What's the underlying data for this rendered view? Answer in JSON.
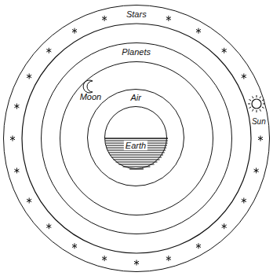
{
  "diagram": {
    "nodes": [
      {
        "text": [
          "Stars",
          "Sun"
        ]
      },
      {
        "text": [
          "Planets"
        ],
        "in": 0
      },
      {
        "text": [
          "Moon"
        ],
        "in": 1
      },
      {
        "text": [
          "Air"
        ],
        "in": 2
      },
      {
        "text": [
          "Earth"
        ],
        "in": 3
      }
    ]
  }
}
